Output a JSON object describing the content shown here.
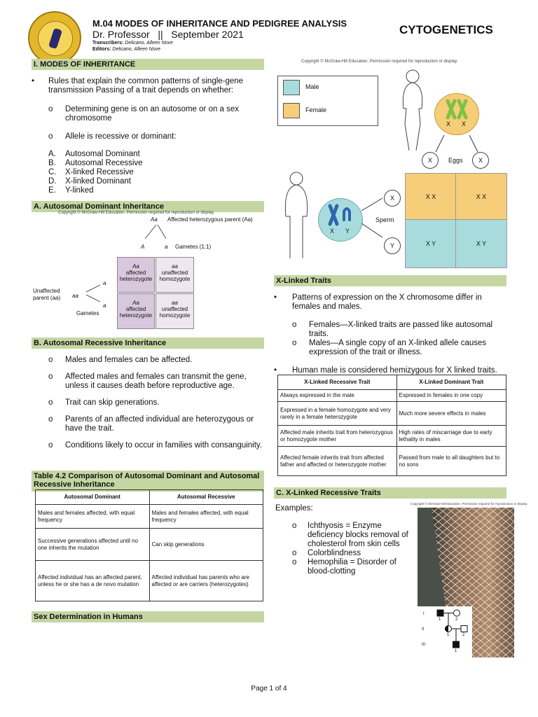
{
  "header": {
    "title": "M.04 MODES OF INHERITANCE AND PEDIGREE ANALYSIS",
    "subtitle": "Dr. Professor   ||   September 2021",
    "transcribers_label": "Transcribers:",
    "transcribers": "Delicano, Alleen Nove",
    "editors_label": "Editors:",
    "editors": "Delicano, Alleen Nove",
    "course": "CYTOGENETICS"
  },
  "copyright": "Copyright © McGraw-Hill Education. Permission required for reproduction or display.",
  "section1": {
    "heading": "I. MODES OF INHERITANCE",
    "bullet": "Rules that explain the common patterns of single-gene transmission Passing of a trait depends on whether:",
    "sub1": "Determining gene is on an autosome or on a sex chromosome",
    "sub2": "Allele is recessive or dominant:",
    "list": [
      {
        "letter": "A.",
        "text": "Autosomal Dominant"
      },
      {
        "letter": "B.",
        "text": "Autosomal Recessive"
      },
      {
        "letter": "C.",
        "text": "X-linked Recessive"
      },
      {
        "letter": "D.",
        "text": "X-linked Dominant"
      },
      {
        "letter": "E.",
        "text": "Y-linked"
      }
    ]
  },
  "sectionA": {
    "heading": "A. Autosomal Dominant Inheritance",
    "fig": {
      "parent_genotype": "Aa",
      "parent_label": "Affected heterozygous parent (Aa)",
      "gamete_A": "A",
      "gamete_a": "a",
      "gametes_ratio": "Gametes (1:1)",
      "unaffected": "Unaffected parent (aa)",
      "aa_label": "aa",
      "gametes": "Gametes",
      "a1": "a",
      "a2": "a",
      "cells": [
        {
          "g": "Aa",
          "d1": "affected",
          "d2": "heterozygote"
        },
        {
          "g": "aa",
          "d1": "unaffected",
          "d2": "homozygote"
        },
        {
          "g": "Aa",
          "d1": "affected",
          "d2": "heterozygote"
        },
        {
          "g": "aa",
          "d1": "unaffected",
          "d2": "homozygote"
        }
      ]
    }
  },
  "sectionB": {
    "heading": "B. Autosomal Recessive Inheritance",
    "items": [
      "Males and females can be affected.",
      "Affected males and females can transmit the gene, unless it causes death before reproductive age.",
      "Trait can skip generations.",
      "Parents of an affected individual are heterozygous or have the trait.",
      "Conditions likely to occur in families with consanguinity."
    ]
  },
  "table42": {
    "heading": "Table 4.2 Comparison of Autosomal Dominant and Autosomal Recessive Inheritance",
    "headers": [
      "Autosomal Dominant",
      "Autosomal Recessive"
    ],
    "rows": [
      [
        "Males and females affected, with equal frequency",
        "Males and females affected, with equal frequency"
      ],
      [
        "Successive generations affected until no one inherits the mutation",
        "Can skip generations"
      ],
      [
        "Affected individual has an affected parent, unless he or she has a de novo mutation",
        "Affected individual has parents who are affected or are carriers (heterozygotes)"
      ]
    ]
  },
  "sexdet": {
    "heading": "Sex Determination in Humans"
  },
  "sexfig": {
    "male": "Male",
    "female": "Female",
    "x1": "X",
    "x2": "X",
    "eggx1": "X",
    "eggx2": "X",
    "eggs": "Eggs",
    "sperm": "Sperm",
    "mx": "X",
    "my": "Y",
    "spx": "X",
    "spy": "Y",
    "grid": [
      "X X",
      "X X",
      "X Y",
      "X Y"
    ]
  },
  "xlinked": {
    "heading": "X-Linked Traits",
    "bullet1": "Patterns of expression on the X chromosome differ in females and males.",
    "sub1": "Females—X-linked traits are passed like autosomal traits.",
    "sub2": "Males—A single copy of an X-linked allele causes expression of the trait or illness.",
    "bullet2": "Human male is considered hemizygous for X linked traits."
  },
  "xtable": {
    "headers": [
      "X-Linked Recessive Trait",
      "X-Linked Dominant Trait"
    ],
    "rows": [
      [
        "Always expressed in the male",
        "Expressed in females in one copy"
      ],
      [
        "Expressed in a female homozygote and very rarely in a female heterozygote",
        "Much more severe effects in males"
      ],
      [
        "Affected male inherits trait from heterozygous or homozygote mother",
        "High rates of miscarriage due to early lethality in males"
      ],
      [
        "Affected female inherits trait from affected father and affected or heterozygote mother",
        "Passed from male to all daughters but to no sons"
      ]
    ]
  },
  "sectionC": {
    "heading": "C. X-Linked Recessive Traits",
    "examples": "Examples:",
    "items": [
      "Ichthyosis = Enzyme deficiency blocks removal of cholesterol from skin cells",
      "Colorblindness",
      "Hemophilia = Disorder of blood-clotting"
    ],
    "pedigree": {
      "gen1": "I",
      "gen2": "II",
      "gen3": "III",
      "n1": "1",
      "n2": "2",
      "n3": "1",
      "n4": "2",
      "n5": "1"
    }
  },
  "footer": {
    "page": "Page 1 of 4"
  },
  "colors": {
    "bar": "#c5d6a3",
    "male_box": "#a8dcdc",
    "female_box": "#f6cd78",
    "punnett_affected": "#d9c8dd",
    "punnett_unaffected": "#f0e6ef",
    "chrom_green": "#7fc242",
    "chrom_blue": "#2f64b0"
  }
}
